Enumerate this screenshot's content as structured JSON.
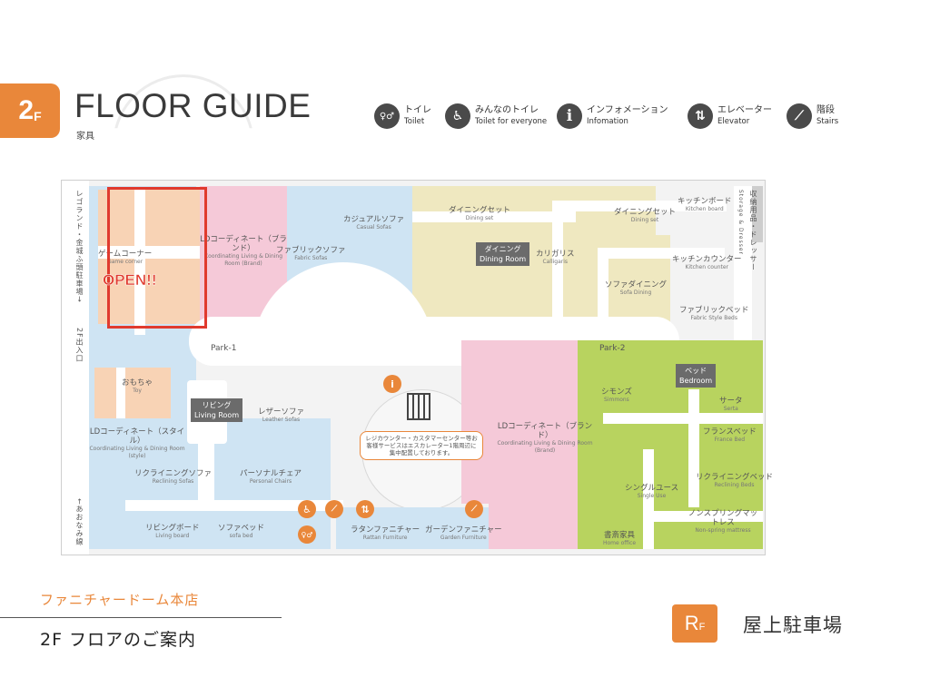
{
  "header": {
    "floor_num": "2",
    "floor_sub": "F",
    "title": "FLOOR GUIDE",
    "subtitle": "家具"
  },
  "legend": [
    {
      "icon": "toilet-icon",
      "glyph": "♀♂",
      "jp": "トイレ",
      "en": "Toilet"
    },
    {
      "icon": "accessible-toilet-icon",
      "glyph": "♿",
      "jp": "みんなのトイレ",
      "en": "Toilet for everyone"
    },
    {
      "icon": "information-icon",
      "glyph": "i",
      "jp": "インフォメーション",
      "en": "Infomation"
    },
    {
      "icon": "elevator-icon",
      "glyph": "⇅",
      "jp": "エレベーター",
      "en": "Elevator"
    },
    {
      "icon": "stairs-icon",
      "glyph": "⟋",
      "jp": "階段",
      "en": "Stairs"
    }
  ],
  "map": {
    "open_label": "OPEN!!",
    "left_side_upper": "レゴランド・金城ふ頭駐車場→",
    "left_side_entrance": "2F出入口",
    "left_side_lower": "←あおなみ線",
    "right_side": "収納用品・ドレッサー",
    "right_side_en": "Storage & Dresser",
    "park1": "Park-1",
    "park2": "Park-2",
    "counter_note": "レジカウンター・カスタマーセンター等お客様サービスはエスカレーター1階周辺に集中配置しております。",
    "sections": [
      {
        "jp": "ゲームコーナー",
        "en": "Game corner"
      },
      {
        "jp": "LDコーディネート（ブランド）",
        "en": "Coordinating Living & Dining Room (Brand)"
      },
      {
        "jp": "ファブリックソファ",
        "en": "Fabric Sofas"
      },
      {
        "jp": "カジュアルソファ",
        "en": "Casual Sofas"
      },
      {
        "jp": "ダイニングセット",
        "en": "Dining set"
      },
      {
        "jp": "カリガリス",
        "en": "Calligaris"
      },
      {
        "jp": "ダイニングセット",
        "en": "Dining set"
      },
      {
        "jp": "キッチンボード",
        "en": "Kitchen board"
      },
      {
        "jp": "キッチンカウンター",
        "en": "Kitchen counter"
      },
      {
        "jp": "ソファダイニング",
        "en": "Sofa Dining"
      },
      {
        "jp": "ファブリックベッド",
        "en": "Fabric Style Beds"
      },
      {
        "jp": "おもちゃ",
        "en": "Toy"
      },
      {
        "jp": "レザーソファ",
        "en": "Leather Sofas"
      },
      {
        "jp": "LDコーディネート（スタイル）",
        "en": "Coordinating Living & Dining Room (style)"
      },
      {
        "jp": "リクライニングソファ",
        "en": "Reclining Sofas"
      },
      {
        "jp": "パーソナルチェア",
        "en": "Personal Chairs"
      },
      {
        "jp": "リビングボード",
        "en": "Living board"
      },
      {
        "jp": "ソファベッド",
        "en": "sofa bed"
      },
      {
        "jp": "ラタンファニチャー",
        "en": "Rattan Furniture"
      },
      {
        "jp": "ガーデンファニチャー",
        "en": "Garden Furniture"
      },
      {
        "jp": "LDコーディネート（ブランド）",
        "en": "Coordinating Living & Dining Room (Brand)"
      },
      {
        "jp": "シモンズ",
        "en": "Simmons"
      },
      {
        "jp": "サータ",
        "en": "Serta"
      },
      {
        "jp": "フランスベッド",
        "en": "France Bed"
      },
      {
        "jp": "リクライニングベッド",
        "en": "Reclining Beds"
      },
      {
        "jp": "シングルユース",
        "en": "Single Use"
      },
      {
        "jp": "ノンスプリングマットレス",
        "en": "Non-spring mattress"
      },
      {
        "jp": "書斎家具",
        "en": "Home office"
      }
    ],
    "tags": [
      {
        "jp": "ダイニング",
        "en": "Dining Room"
      },
      {
        "jp": "リビング",
        "en": "Living Room"
      },
      {
        "jp": "ベッド",
        "en": "Bedroom"
      }
    ]
  },
  "footer": {
    "store_name": "ファニチャードーム本店",
    "floor_info": "2F フロアのご案内",
    "next_floor_num": "R",
    "next_floor_sub": "F",
    "next_floor_label": "屋上駐車場"
  }
}
